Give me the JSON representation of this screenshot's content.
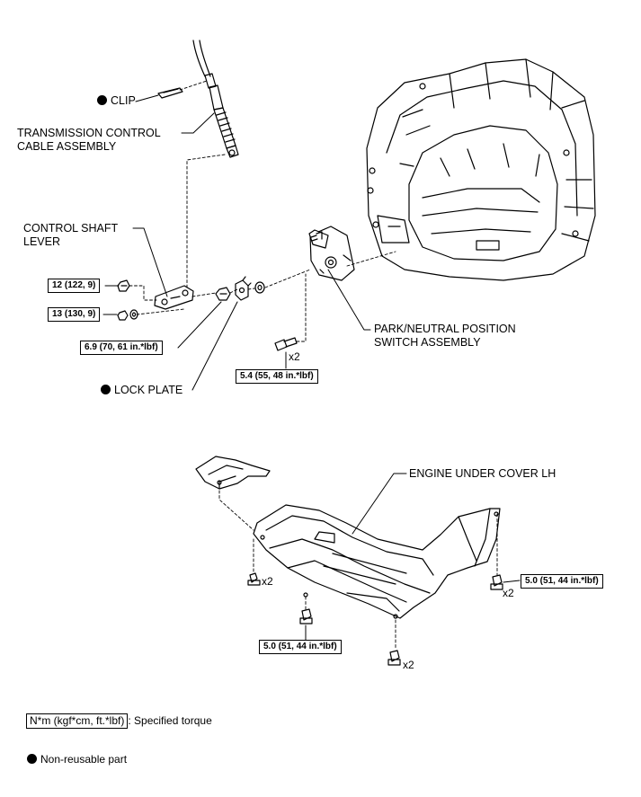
{
  "labels": {
    "clip": "CLIP",
    "cable_line1": "TRANSMISSION CONTROL",
    "cable_line2": "CABLE ASSEMBLY",
    "shaft_line1": "CONTROL SHAFT",
    "shaft_line2": "LEVER",
    "switch_line1": "PARK/NEUTRAL POSITION",
    "switch_line2": "SWITCH ASSEMBLY",
    "lock_plate": "LOCK PLATE",
    "under_cover": "ENGINE UNDER COVER LH"
  },
  "torques": {
    "nut_lever_upper": "12 (122, 9)",
    "nut_lever_lower": "13 (130, 9)",
    "nut_switch": "6.9 (70, 61 in.*lbf)",
    "bolt_switch": "5.4 (55, 48 in.*lbf)",
    "bolt_cover_right": "5.0 (51, 44 in.*lbf)",
    "bolt_cover_bottom": "5.0 (51, 44 in.*lbf)"
  },
  "multipliers": {
    "switch_bolt": "x2",
    "cover_left": "x2",
    "cover_right": "x2",
    "cover_bottom": "x2"
  },
  "legend": {
    "torque_unit": "N*m (kgf*cm, ft.*lbf)",
    "torque_desc": ": Specified torque",
    "nonreusable": "Non-reusable part"
  }
}
